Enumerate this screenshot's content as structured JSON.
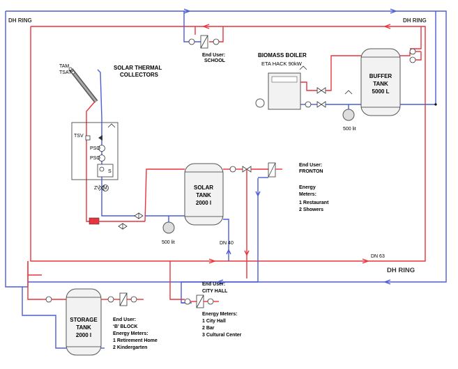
{
  "ring": {
    "top_left": "DH RING",
    "top_right": "DH RING",
    "bottom_right": "DH RING",
    "dn_63": "DN 63",
    "dn_40": "DN 40"
  },
  "school": {
    "line1": "End User:",
    "line2": "SCHOOL"
  },
  "solar_collectors": {
    "line1": "SOLAR THERMAL",
    "line2": "COLLECTORS",
    "tam": "TAM",
    "tsat": "TSAT"
  },
  "biomass": {
    "title": "BIOMASS BOILER",
    "model": "ETA HACK 90kW"
  },
  "buffer_tank": {
    "line1": "BUFFER",
    "line2": "TANK",
    "line3": "5000 L",
    "expansion": "500 lit"
  },
  "solar_loop": {
    "tsv": "TSV",
    "pso1": "PSO",
    "pso2": "PSO",
    "zv": "ZV",
    "m": "M",
    "s": "S"
  },
  "solar_tank": {
    "line1": "SOLAR",
    "line2": "TANK",
    "line3": "2000 l",
    "expansion": "500 lit"
  },
  "fronton": {
    "lines": [
      "End User:",
      "FRONTON",
      "",
      "Energy",
      "Meters:",
      "1 Restaurant",
      "2 Showers"
    ]
  },
  "storage_tank": {
    "line1": "STORAGE",
    "line2": "TANK",
    "line3": "2000 l"
  },
  "b_block": {
    "lines": [
      "End User:",
      "‘B’ BLOCK",
      "Energy Meters:",
      "1 Retirement Home",
      "2 Kindergarten"
    ]
  },
  "city_hall": {
    "lines": [
      "End User:",
      "CITY HALL",
      "Energy Meters:",
      "1 City Hall",
      "2 Bar",
      "3 Cultural Center"
    ]
  },
  "colors": {
    "supply": "#e8343a",
    "return": "#4a5bd6",
    "outline": "#333333"
  }
}
